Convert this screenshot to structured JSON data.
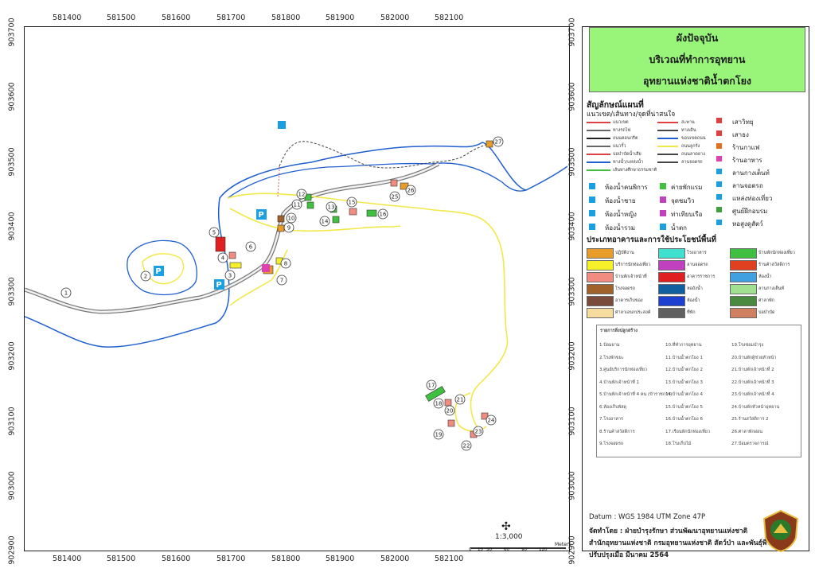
{
  "title": {
    "line1": "ผังปัจจุบัน",
    "line2": "บริเวณที่ทำการอุทยาน",
    "line3": "อุทยานแห่งชาติน้ำตกโยง"
  },
  "axes": {
    "x_labels": [
      "581400",
      "581500",
      "581600",
      "581700",
      "581800",
      "581900",
      "582000",
      "582100"
    ],
    "y_labels": [
      "903700",
      "903600",
      "903500",
      "903400",
      "903300",
      "903200",
      "903100",
      "903000",
      "902900"
    ]
  },
  "legend": {
    "heading": "สัญลักษณ์แผนที่",
    "subheading": "แนวเขต/เส้นทาง/จุดที่น่าสนใจ",
    "lines_left": [
      "แนวเขต",
      "ทางรถไฟ",
      "ถนนคอนกรีต",
      "แนวรั้ว",
      "บ่อบำบัดน้ำเสีย",
      "ทางน้ำ/แหล่งน้ำ",
      "เส้นทางศึกษาธรรมชาติ"
    ],
    "lines_right": [
      "สะพาน",
      "ทางเดิน",
      "ขอบเขตถนน",
      "ถนนลูกรัง",
      "ถนนลาดยาง",
      "ลานจอดรถ"
    ],
    "symbols_left": [
      "ห้องน้ำคนพิการ",
      "ห้องน้ำชาย",
      "ห้องน้ำหญิง",
      "ห้องน้ำรวม"
    ],
    "symbols_mid": [
      "ค่ายพักแรม",
      "จุดชมวิว",
      "ท่าเทียบเรือ",
      "น้ำตก"
    ],
    "symbols_right": [
      "เสาวิทยุ",
      "เสาธง",
      "ร้านกาแฟ",
      "ร้านอาหาร",
      "ลานกางเต็นท์",
      "ลานจอดรถ",
      "แหล่งท่องเที่ยว",
      "ศูนย์ฝึกอบรม",
      "หอสูงดูสัตว์"
    ],
    "land_use_heading": "ประเภทอาคารและการใช้ประโยชน์พื้นที่",
    "land_use": [
      {
        "label": "ปฏิบัติงาน",
        "color": "#e89c2a"
      },
      {
        "label": "บริการนักท่องเที่ยว",
        "color": "#f5f02a"
      },
      {
        "label": "บ้านพักเจ้าหน้าที่",
        "color": "#f08c80"
      },
      {
        "label": "โรงจอดรถ",
        "color": "#a0622a"
      },
      {
        "label": "อาคารเก็บของ",
        "color": "#7a4a3a"
      },
      {
        "label": "ศาลาเอนกประสงค์",
        "color": "#f7dca0"
      },
      {
        "label": "โรงอาหาร",
        "color": "#40e0d0"
      },
      {
        "label": "ลานจอดรถ",
        "color": "#c040c0"
      },
      {
        "label": "อาคารราชการ",
        "color": "#e02020"
      },
      {
        "label": "หอถังน้ำ",
        "color": "#1060a0"
      },
      {
        "label": "ห้องน้ำ",
        "color": "#1e40d0"
      },
      {
        "label": "ที่พัก",
        "color": "#606060"
      },
      {
        "label": "บ้านพักนักท่องเที่ยว",
        "color": "#40c040"
      },
      {
        "label": "ร้านค้าสวัสดิการ",
        "color": "#e04020"
      },
      {
        "label": "ห้องน้ำ",
        "color": "#40a0e0"
      },
      {
        "label": "ลานกางเต็นท์",
        "color": "#a0e090"
      },
      {
        "label": "ศาลาพัก",
        "color": "#4a8a40"
      },
      {
        "label": "บ่อบำบัด",
        "color": "#d08060"
      }
    ],
    "buildings_heading": "รายการสิ่งปลูกสร้าง",
    "buildings": [
      "1.ป้อมยาม",
      "2.โรงพักขยะ",
      "3.ศูนย์บริการนักท่องเที่ยว",
      "4.บ้านพักเจ้าหน้าที่ 1",
      "5.บ้านพักเจ้าหน้าที่ 4 คน (ข้าราชการ)",
      "6.ห้องเก็บพัสดุ",
      "7.โรงอาหาร",
      "8.ร้านค้าสวัสดิการ",
      "9.โรงจอดรถ",
      "10.ที่ทำการอุทยาน",
      "11.บ้านน้ำตกโยง 1",
      "12.บ้านน้ำตกโยง 2",
      "13.บ้านน้ำตกโยง 3",
      "14.บ้านน้ำตกโยง 4",
      "15.บ้านน้ำตกโยง 5",
      "16.บ้านน้ำตกโยง 6",
      "17.เรือนพักนักท่องเที่ยว",
      "18.โรงเก็บไม้",
      "19.โรงซ่อมบำรุง",
      "20.บ้านพักผู้ช่วยหัวหน้า",
      "21.บ้านพักเจ้าหน้าที่ 2",
      "22.บ้านพักเจ้าหน้าที่ 3",
      "23.บ้านพักเจ้าหน้าที่ 4",
      "24.บ้านพักหัวหน้าอุทยาน",
      "25.ร้านสวัสดิการ 2",
      "26.ศาลาพักผ่อน",
      "27.ป้อมตรวจการณ์"
    ]
  },
  "map_labels": [
    "1",
    "2",
    "3",
    "4",
    "5",
    "6",
    "7",
    "8",
    "9",
    "10",
    "11",
    "12",
    "13",
    "14",
    "15",
    "16",
    "17",
    "18",
    "19",
    "20",
    "21",
    "22",
    "23",
    "24",
    "25",
    "26",
    "27"
  ],
  "scale": {
    "ratio": "1:3,000",
    "ticks": [
      "0",
      "15",
      "30",
      "60",
      "90",
      "120"
    ],
    "unit": "Meters"
  },
  "footer": {
    "datum": "Datum  : WGS 1984 UTM Zone 47P",
    "made_by": "จัดทำโดย  :  ฝ่ายบำรุงรักษา ส่วนพัฒนาอุทยานแห่งชาติ",
    "agency": "สำนักอุทยานแห่งชาติ  กรมอุทยานแห่งชาติ สัตว์ป่า และพันธุ์พืช",
    "updated": "ปรับปรุงเมื่อ มีนาคม 2564"
  },
  "colors": {
    "title_bg": "#99f57a",
    "boundary": "#1f5fd0",
    "road": "#8a8a8a",
    "dirt_road": "#f2e84a",
    "frame": "#1e1e1e"
  }
}
